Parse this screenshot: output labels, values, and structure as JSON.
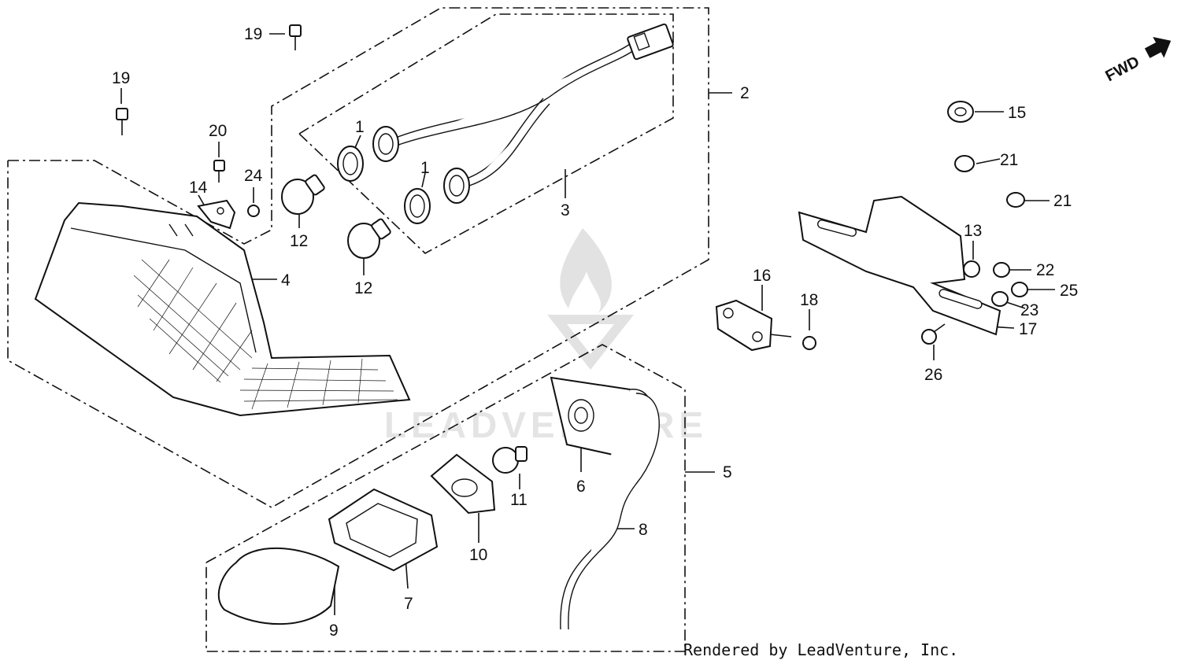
{
  "diagram": {
    "orientation": "FWD",
    "callouts": [
      {
        "id": "1a",
        "label": "1"
      },
      {
        "id": "1b",
        "label": "1"
      },
      {
        "id": "2",
        "label": "2"
      },
      {
        "id": "3",
        "label": "3"
      },
      {
        "id": "4",
        "label": "4"
      },
      {
        "id": "5",
        "label": "5"
      },
      {
        "id": "6",
        "label": "6"
      },
      {
        "id": "7",
        "label": "7"
      },
      {
        "id": "8",
        "label": "8"
      },
      {
        "id": "9",
        "label": "9"
      },
      {
        "id": "10",
        "label": "10"
      },
      {
        "id": "11",
        "label": "11"
      },
      {
        "id": "12a",
        "label": "12"
      },
      {
        "id": "12b",
        "label": "12"
      },
      {
        "id": "13",
        "label": "13"
      },
      {
        "id": "14",
        "label": "14"
      },
      {
        "id": "15",
        "label": "15"
      },
      {
        "id": "16",
        "label": "16"
      },
      {
        "id": "17",
        "label": "17"
      },
      {
        "id": "18",
        "label": "18"
      },
      {
        "id": "19a",
        "label": "19"
      },
      {
        "id": "19b",
        "label": "19"
      },
      {
        "id": "20",
        "label": "20"
      },
      {
        "id": "21a",
        "label": "21"
      },
      {
        "id": "21b",
        "label": "21"
      },
      {
        "id": "22",
        "label": "22"
      },
      {
        "id": "23",
        "label": "23"
      },
      {
        "id": "24",
        "label": "24"
      },
      {
        "id": "25",
        "label": "25"
      },
      {
        "id": "26",
        "label": "26"
      }
    ]
  },
  "watermark": {
    "brand": "LEADVENTURE"
  },
  "footer": {
    "credit": "Rendered by LeadVenture, Inc."
  }
}
